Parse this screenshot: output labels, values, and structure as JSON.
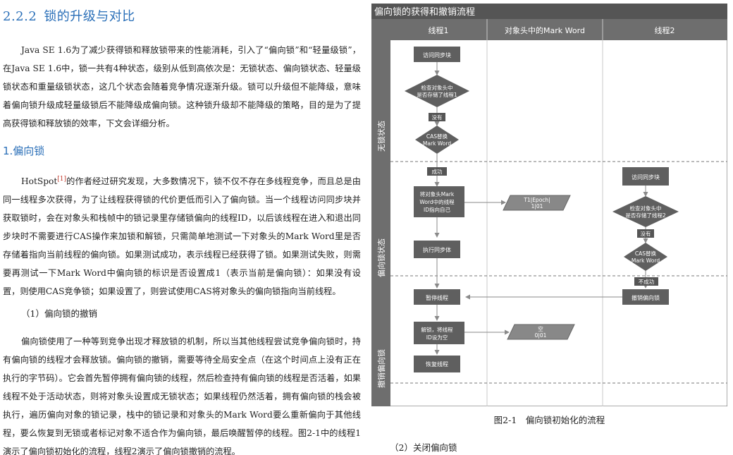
{
  "section": {
    "number": "2.2.2",
    "title": "锁的升级与对比"
  },
  "para1": "Java SE 1.6为了减少获得锁和释放锁带来的性能消耗，引入了“偏向锁”和“轻量级锁”，在Java SE 1.6中，锁一共有4种状态，级别从低到高依次是：无锁状态、偏向锁状态、轻量级锁状态和重量级锁状态，这几个状态会随着竞争情况逐渐升级。锁可以升级但不能降级，意味着偏向锁升级成轻量级锁后不能降级成偏向锁。这种锁升级却不能降级的策略，目的是为了提高获得锁和释放锁的效率，下文会详细分析。",
  "subsection": {
    "title": "1.偏向锁"
  },
  "para2": {
    "before_ref": "HotSpot",
    "ref": "[1]",
    "after_ref": "的作者经过研究发现，大多数情况下，锁不仅不存在多线程竞争，而且总是由同一线程多次获得，为了让线程获得锁的代价更低而引入了偏向锁。当一个线程访问同步块并获取锁时，会在对象头和栈帧中的锁记录里存储锁偏向的线程ID，以后该线程在进入和退出同步块时不需要进行CAS操作来加锁和解锁，只需简单地测试一下对象头的Mark Word里是否存储着指向当前线程的偏向锁。如果测试成功，表示线程已经获得了锁。如果测试失败，则需要再测试一下Mark Word中偏向锁的标识是否设置成1（表示当前是偏向锁）：如果没有设置，则使用CAS竞争锁；如果设置了，则尝试使用CAS将对象头的偏向锁指向当前线程。"
  },
  "revocation_title": "（1）偏向锁的撤销",
  "para3": "偏向锁使用了一种等到竞争出现才释放锁的机制，所以当其他线程尝试竞争偏向锁时，持有偏向锁的线程才会释放锁。偏向锁的撤销，需要等待全局安全点（在这个时间点上没有正在执行的字节码）。它会首先暂停拥有偏向锁的线程，然后检查持有偏向锁的线程是否活着，如果线程不处于活动状态，则将对象头设置成无锁状态；如果线程仍然活着，拥有偏向锁的栈会被执行，遍历偏向对象的锁记录，栈中的锁记录和对象头的Mark Word要么重新偏向于其他线程，要么恢复到无锁或者标记对象不适合作为偏向锁，最后唤醒暂停的线程。图2-1中的线程1演示了偏向锁初始化的流程，线程2演示了偏向锁撤销的流程。",
  "figure": {
    "title": "偏向锁的获得和撤销流程",
    "columns": [
      "线程1",
      "对象头中的Mark Word",
      "线程2"
    ],
    "lanes": [
      "无锁状态",
      "偏向锁状态",
      "撤销偏向锁"
    ],
    "t1": {
      "access": "访问同步块",
      "check": [
        "检查对象头中",
        "是否存储了线程1"
      ],
      "no": "没有",
      "cas": [
        "CAS替换",
        "Mark Word"
      ],
      "success": "成功",
      "write": [
        "将对象头Mark",
        "Word中的线程",
        "ID指向自己"
      ],
      "exec": "执行同步体",
      "pause": "暂停线程",
      "unlock": [
        "解锁，将线程",
        "ID设为空"
      ],
      "resume": "恢复线程"
    },
    "markword": {
      "biased": [
        "T1|Epoch|",
        "1|01"
      ],
      "empty": [
        "空",
        "0|01"
      ]
    },
    "t2": {
      "access": "访问同步块",
      "check": [
        "检查对象头中",
        "是否存储了线程2"
      ],
      "no": "没有",
      "cas": [
        "CAS替换",
        "Mark Word"
      ],
      "fail": "不成功",
      "revoke": "撤销偏向锁"
    },
    "caption": "图2-1　偏向锁初始化的流程"
  },
  "next_title": "（2）关闭偏向锁",
  "colors": {
    "heading": "#2a6fb8",
    "frame_dark": "#555555",
    "column_header": "#6e6e6e",
    "box": "#5f5f5f",
    "data_box": "#888888",
    "grid_line": "#c8c8c8"
  }
}
